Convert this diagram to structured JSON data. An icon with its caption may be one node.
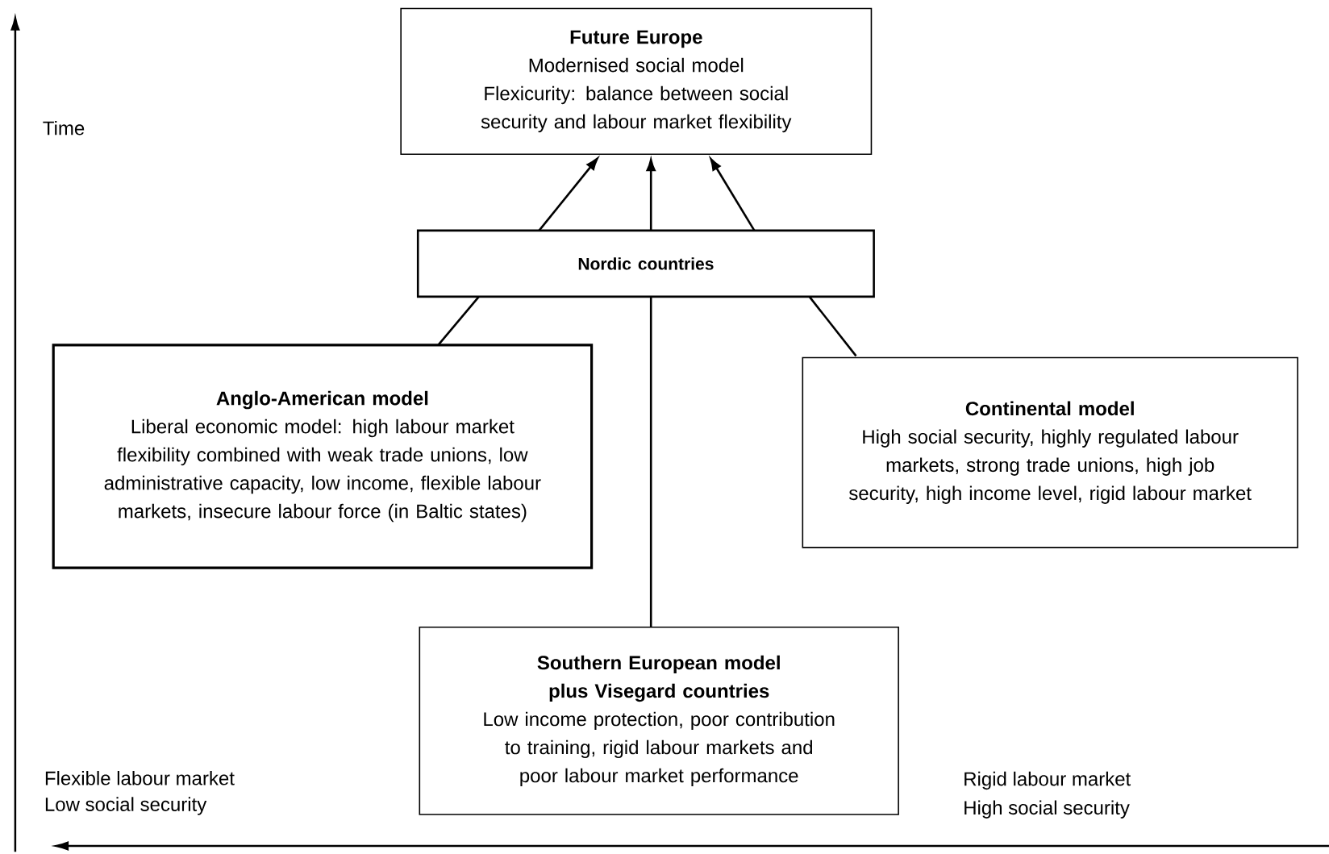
{
  "diagram": {
    "nodes": [
      {
        "text": [
          "Future Europe",
          "Modernised social model",
          "Flexicurity: balance between social security and labour market flexibility"
        ]
      },
      {
        "text": [
          "Nordic countries"
        ]
      },
      {
        "text": [
          "Anglo-American model",
          "Liberal economic model: high labour market flexibility combined with weak trade unions, low administrative capacity, low income, flexible labour markets, insecure labour force (in Baltic states)"
        ]
      },
      {
        "text": [
          "Continental model",
          "High social security, highly regulated labour markets, strong trade unions, high job security, high income level, rigid labour market"
        ]
      },
      {
        "text": [
          "Southern European model plus Visegard countries",
          "Low income protection, poor contribution to training, rigid labour markets and poor labour market performance"
        ]
      }
    ],
    "edges": [
      {
        "from": 1,
        "to": 0,
        "arrow": "to"
      },
      {
        "from": 1,
        "to": 0,
        "arrow": "to"
      },
      {
        "from": 1,
        "to": 0,
        "arrow": "to"
      },
      {
        "from": 2,
        "to": 1,
        "arrow": "none"
      },
      {
        "from": 3,
        "to": 1,
        "arrow": "none"
      },
      {
        "from": 4,
        "to": 1,
        "arrow": "none"
      }
    ],
    "labels": [
      "Time",
      "Flexible labour market",
      "Low social security",
      "Rigid labour market",
      "High social security"
    ]
  }
}
